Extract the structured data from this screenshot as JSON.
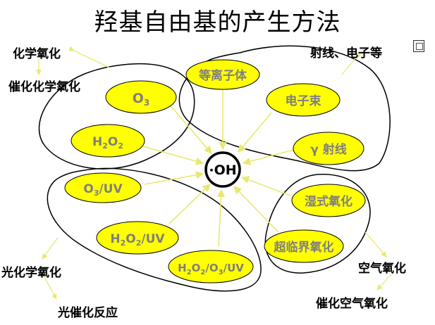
{
  "title": "羟基自由基的产生方法",
  "center": "·OH",
  "groups": {
    "chemical": [
      "O3",
      "H2O2"
    ],
    "radiation": [
      "等离子体",
      "电子束",
      "γ 射线"
    ],
    "photo": [
      "O3/UV",
      "H2O2/UV",
      "H2O2/O3/UV"
    ],
    "wet": [
      "湿式氧化",
      "超临界氧化"
    ]
  },
  "labels": {
    "chem_oxidation": "化学氧化",
    "cat_chem_oxidation": "催化化学氧化",
    "radiation_electron": "射线、电子等",
    "photochem_oxidation": "光化学氧化",
    "photocatalytic": "光催化反应",
    "air_oxidation": "空气氧化",
    "cat_air_oxidation": "催化空气氧化"
  },
  "colors": {
    "ellipse_fill": "#ffff00",
    "label_text": "#7f7f7f",
    "arrow": "#e8e870",
    "outline": "#000000"
  },
  "icons": {
    "corner": "document-icon"
  }
}
